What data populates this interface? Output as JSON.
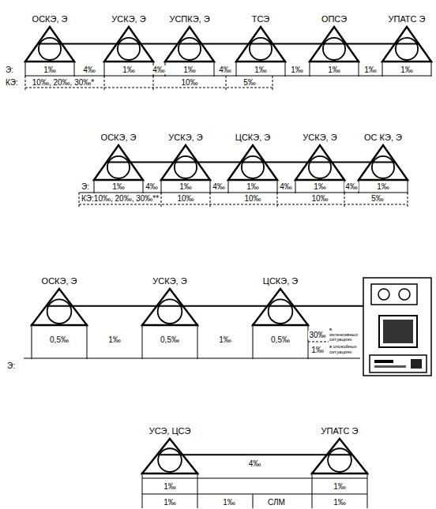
{
  "diagram": {
    "nodes": [
      {
        "text": [
          "ОСКЭ, Э"
        ]
      },
      {
        "text": [
          "УСКЭ, Э"
        ]
      },
      {
        "text": [
          "УСПКЭ, Э"
        ]
      },
      {
        "text": [
          "ТСЭ"
        ]
      },
      {
        "text": [
          "ОПСЭ"
        ]
      },
      {
        "text": [
          "УПАТС Э"
        ]
      },
      {
        "text": [
          "ОСКЭ, Э"
        ]
      },
      {
        "text": [
          "УСКЭ, Э"
        ]
      },
      {
        "text": [
          "ЦСКЭ, Э"
        ]
      },
      {
        "text": [
          "УСКЭ, Э"
        ]
      },
      {
        "text": [
          "ОС КЭ, Э"
        ]
      },
      {
        "text": [
          "ОСКЭ, Э"
        ]
      },
      {
        "text": [
          "УСКЭ, Э"
        ]
      },
      {
        "text": [
          "ЦСКЭ, Э"
        ]
      },
      {
        "text": [
          "УСЭ, ЦСЭ"
        ]
      },
      {
        "text": [
          "УПАТС Э"
        ]
      }
    ],
    "edges": [
      {
        "from": 0,
        "to": 1,
        "arrow": "none"
      },
      {
        "from": 1,
        "to": 2,
        "arrow": "none"
      },
      {
        "from": 2,
        "to": 3,
        "arrow": "none"
      },
      {
        "from": 3,
        "to": 4,
        "arrow": "none"
      },
      {
        "from": 4,
        "to": 5,
        "arrow": "none"
      },
      {
        "from": 6,
        "to": 7,
        "arrow": "none"
      },
      {
        "from": 7,
        "to": 8,
        "arrow": "none"
      },
      {
        "from": 8,
        "to": 9,
        "arrow": "none"
      },
      {
        "from": 9,
        "to": 10,
        "arrow": "none"
      },
      {
        "from": 11,
        "to": 12,
        "arrow": "none"
      },
      {
        "from": 12,
        "to": 13,
        "arrow": "none"
      },
      {
        "from": 14,
        "to": 15,
        "label": "4‰",
        "arrow": "none"
      }
    ],
    "labels": [
      "Э:",
      "1‰",
      "4‰",
      "1‰",
      "4‰",
      "1‰",
      "4‰",
      "1‰",
      "1‰",
      "1‰",
      "1‰",
      "1‰",
      "КЭ:",
      "10‰, 20‰, 30‰*",
      "10‰",
      "5‰",
      "Э:",
      "1‰",
      "4‰",
      "1‰",
      "4‰",
      "1‰",
      "4‰",
      "1‰",
      "4‰",
      "1‰",
      "КЭ:",
      "10‰, 20‰, 30‰**",
      "10‰",
      "10‰",
      "10‰",
      "5‰",
      "Э:",
      "0,5‰",
      "1‰",
      "0,5‰",
      "1‰",
      "0,5‰",
      "30‰",
      "в интенсивных ситуациях",
      "1‰",
      "в спокойных ситуациях",
      "1‰",
      "1‰",
      "1‰",
      "1‰",
      "СЛМ",
      "1‰"
    ]
  }
}
